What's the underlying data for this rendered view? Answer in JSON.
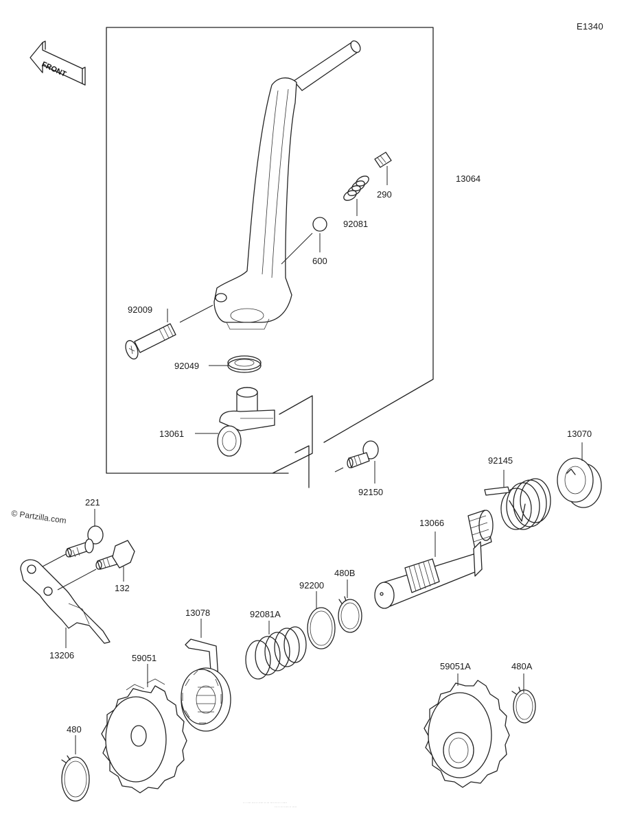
{
  "diagram": {
    "diagram_code": "E1340",
    "front_label": "FRONT",
    "watermark": "© Partzilla.com",
    "footer_line1": "·· · ···· ···· ·· ····· ·· ··· ···· ··· ·· · ·····",
    "footer_line2": "··· ·· ··· ····· ·· ·····",
    "parts": {
      "p13064": "13064",
      "p290": "290",
      "p92081": "92081",
      "p600": "600",
      "p92009": "92009",
      "p92049": "92049",
      "p13061": "13061",
      "p92150": "92150",
      "p13070": "13070",
      "p92145": "92145",
      "p221": "221",
      "p132": "132",
      "p13066": "13066",
      "p92200": "92200",
      "p480B": "480B",
      "p13206": "13206",
      "p13078": "13078",
      "p92081A": "92081A",
      "p59051": "59051",
      "p59051A": "59051A",
      "p480A": "480A",
      "p480": "480"
    }
  }
}
